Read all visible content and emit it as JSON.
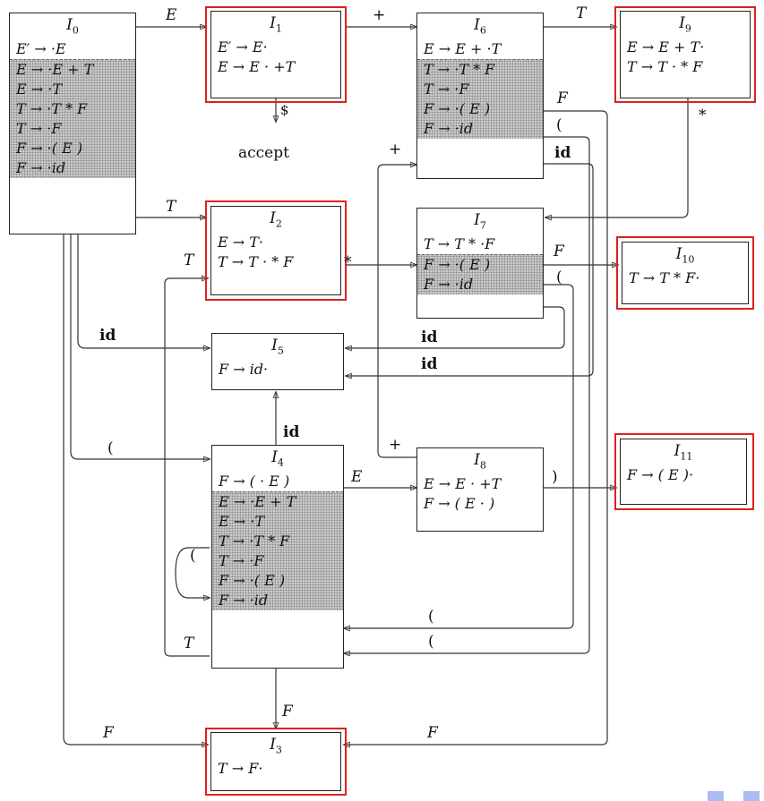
{
  "states": {
    "I0": {
      "name": "0",
      "items": [
        "E′ → ·E",
        "E → ·E + T",
        "E → ·T",
        "T → ·T * F",
        "T → ·F",
        "F → ·( E )",
        "F → ·id"
      ]
    },
    "I1": {
      "name": "1",
      "items": [
        "E′ → E·",
        "E → E · +T"
      ]
    },
    "I2": {
      "name": "2",
      "items": [
        "E → T·",
        "T → T · * F"
      ]
    },
    "I3": {
      "name": "3",
      "items": [
        "T → F·"
      ]
    },
    "I4": {
      "name": "4",
      "items": [
        "F → ( · E )",
        "E → ·E + T",
        "E → ·T",
        "T → ·T * F",
        "T → ·F",
        "F → ·( E )",
        "F → ·id"
      ]
    },
    "I5": {
      "name": "5",
      "items": [
        "F → id·"
      ]
    },
    "I6": {
      "name": "6",
      "items": [
        "E → E + ·T",
        "T → ·T * F",
        "T → ·F",
        "F → ·( E )",
        "F → ·id"
      ]
    },
    "I7": {
      "name": "7",
      "items": [
        "T → T * ·F",
        "F → ·( E )",
        "F → ·id"
      ]
    },
    "I8": {
      "name": "8",
      "items": [
        "E → E · +T",
        "F → ( E · )"
      ]
    },
    "I9": {
      "name": "9",
      "items": [
        "E → E + T·",
        "T → T · * F"
      ]
    },
    "I10": {
      "name": "10",
      "items": [
        "T → T * F·"
      ]
    },
    "I11": {
      "name": "11",
      "items": [
        "F → ( E )·"
      ]
    }
  },
  "labels": {
    "state_letter": "I",
    "accept": "accept",
    "dollar": "$",
    "E": "E",
    "T": "T",
    "F": "F",
    "plus": "+",
    "star": "*",
    "id": "id",
    "lparen": "(",
    "rparen": ")"
  },
  "highlight_color": "#e02020"
}
